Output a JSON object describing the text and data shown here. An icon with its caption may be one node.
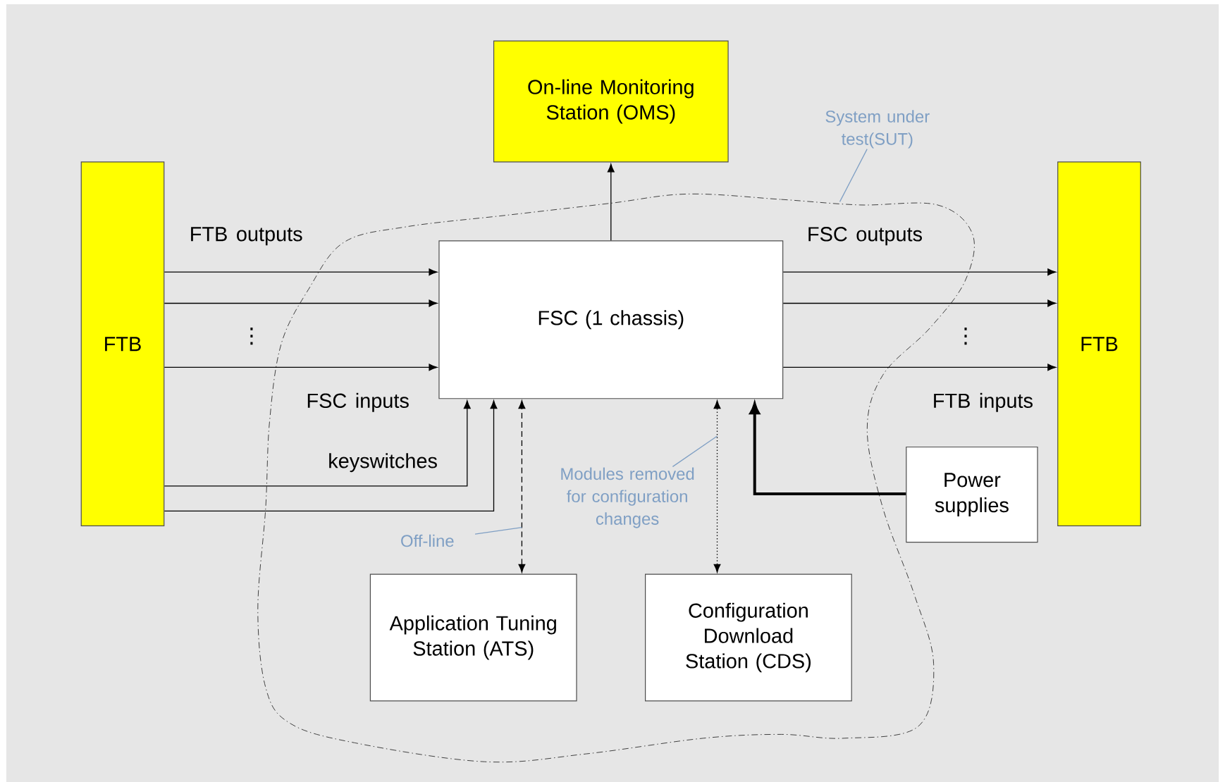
{
  "diagram": {
    "nodes": [
      {
        "text": [
          "On-line Monitoring Station (OMS)"
        ]
      },
      {
        "text": [
          "System under test(SUT)"
        ]
      },
      {
        "text": [
          "FTB"
        ]
      },
      {
        "text": [],
        "shape": "cloud"
      },
      {
        "text": [
          "FSC (1 chassis)"
        ],
        "in": 3
      },
      {
        "text": [
          "FTB"
        ]
      },
      {
        "text": [
          "Power supplies"
        ]
      },
      {
        "text": [
          "Off-line"
        ],
        "in": 3
      },
      {
        "text": [
          "Modules removed for configuration changes"
        ],
        "in": 3
      },
      {
        "text": [
          "Application Tuning Station (ATS)"
        ],
        "in": 3
      },
      {
        "text": [
          "Configuration Download Station (CDS)"
        ],
        "in": 3
      }
    ],
    "edges": [
      {
        "from": 4,
        "to": 0,
        "arrow": "to"
      },
      {
        "from": 2,
        "to": 4,
        "arrow": "to"
      },
      {
        "from": 2,
        "to": 4,
        "arrow": "to"
      },
      {
        "from": 2,
        "to": 4,
        "arrow": "to"
      },
      {
        "from": 4,
        "to": 5,
        "arrow": "to"
      },
      {
        "from": 4,
        "to": 5,
        "arrow": "to"
      },
      {
        "from": 4,
        "to": 5,
        "arrow": "to"
      },
      {
        "from": 2,
        "to": 4,
        "arrow": "to"
      },
      {
        "from": 2,
        "to": 4,
        "arrow": "to"
      },
      {
        "from": 9,
        "to": 4,
        "arrow": "both",
        "style": "dashed"
      },
      {
        "from": 10,
        "to": 4,
        "arrow": "both",
        "style": "dashed"
      },
      {
        "from": 6,
        "to": 4,
        "arrow": "to",
        "style": "thick"
      },
      {
        "from": 1,
        "to": 3,
        "arrow": "none",
        "color": "#7f9fc4"
      },
      {
        "from": 7,
        "to": null,
        "arrow": "none",
        "color": "#7f9fc4"
      },
      {
        "from": 8,
        "to": null,
        "arrow": "none",
        "color": "#7f9fc4"
      }
    ],
    "labels": [
      "FTB outputs",
      "⋮",
      "FSC inputs",
      "keyswitches",
      "FSC outputs",
      "⋮",
      "FTB inputs"
    ]
  }
}
